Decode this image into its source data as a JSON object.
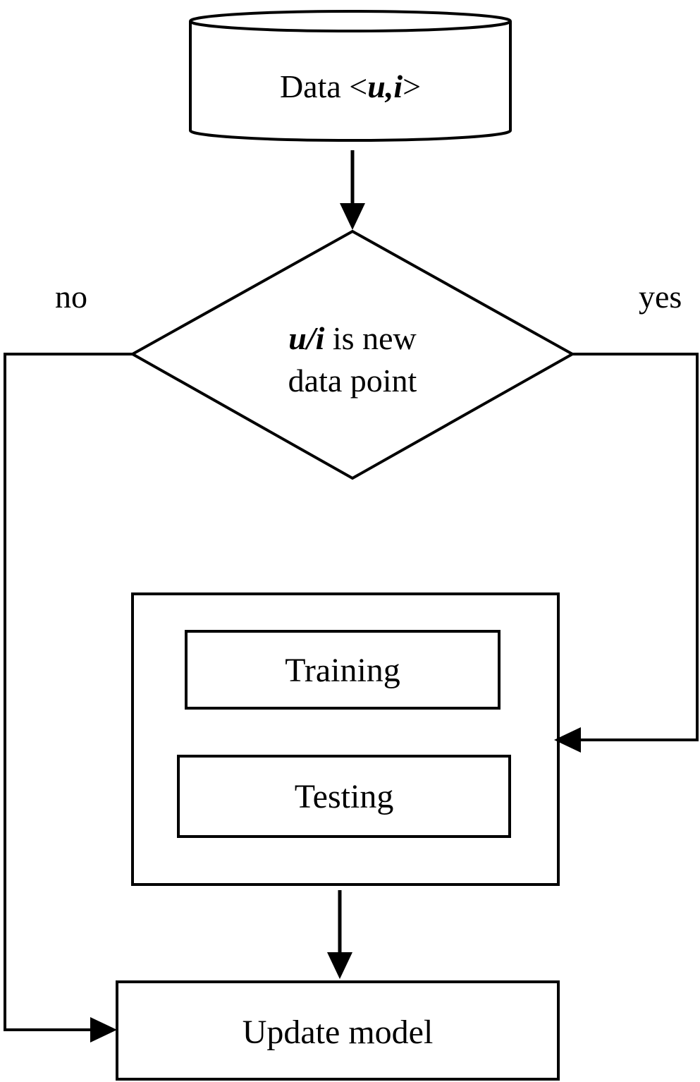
{
  "nodes": {
    "data_store": {
      "prefix": "Data <",
      "var_u": "u",
      "comma": ",",
      "var_i": "i",
      "suffix": ">"
    },
    "decision": {
      "var": "u/i",
      "line1_rest": " is new",
      "line2": "data point"
    },
    "training": {
      "label": "Training"
    },
    "testing": {
      "label": "Testing"
    },
    "update": {
      "label": "Update model"
    }
  },
  "edges": {
    "no_label": "no",
    "yes_label": "yes"
  },
  "colors": {
    "stroke": "#000000",
    "background": "#ffffff"
  }
}
